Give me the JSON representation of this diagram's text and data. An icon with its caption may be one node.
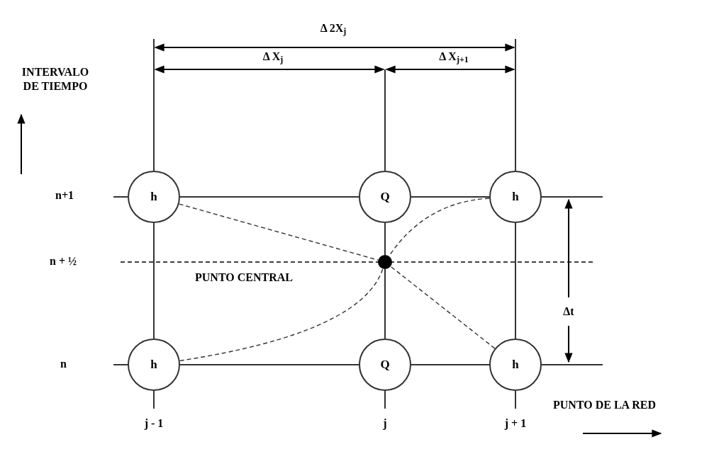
{
  "diagram": {
    "nodes": [
      {
        "text": [
          "h"
        ]
      },
      {
        "text": [
          "Q"
        ]
      },
      {
        "text": [
          "h"
        ]
      },
      {
        "text": [
          "h"
        ]
      },
      {
        "text": [
          "Q"
        ]
      },
      {
        "text": [
          "h"
        ]
      },
      {
        "text": [],
        "shape": "circle"
      }
    ],
    "edges": [
      {
        "from": 0,
        "to": 1,
        "arrow": "none"
      },
      {
        "from": 1,
        "to": 2,
        "arrow": "none"
      },
      {
        "from": 3,
        "to": 4,
        "arrow": "none"
      },
      {
        "from": 4,
        "to": 5,
        "arrow": "none"
      },
      {
        "from": 0,
        "to": 3,
        "arrow": "none"
      },
      {
        "from": 1,
        "to": 6,
        "arrow": "none"
      },
      {
        "from": 6,
        "to": 4,
        "arrow": "none"
      },
      {
        "from": 2,
        "to": 5,
        "arrow": "none"
      },
      {
        "from": 0,
        "to": 6,
        "arrow": "none",
        "style": "dashed"
      },
      {
        "from": 2,
        "to": 6,
        "arrow": "none",
        "style": "dashed"
      },
      {
        "from": 3,
        "to": 6,
        "arrow": "none",
        "style": "dashed"
      },
      {
        "from": 5,
        "to": 6,
        "arrow": "none",
        "style": "dashed"
      }
    ],
    "labels": [
      "Δ 2X$_{j}$",
      "INTERVALO DE TIEMPO",
      "Δ X$_{j}$",
      "Δ X$_{j+1}$",
      "n+1",
      "n + ½",
      "PUNTO CENTRAL",
      "Δt",
      "n",
      "j - 1",
      "j",
      "j + 1",
      "PUNTO DE LA RED"
    ]
  }
}
